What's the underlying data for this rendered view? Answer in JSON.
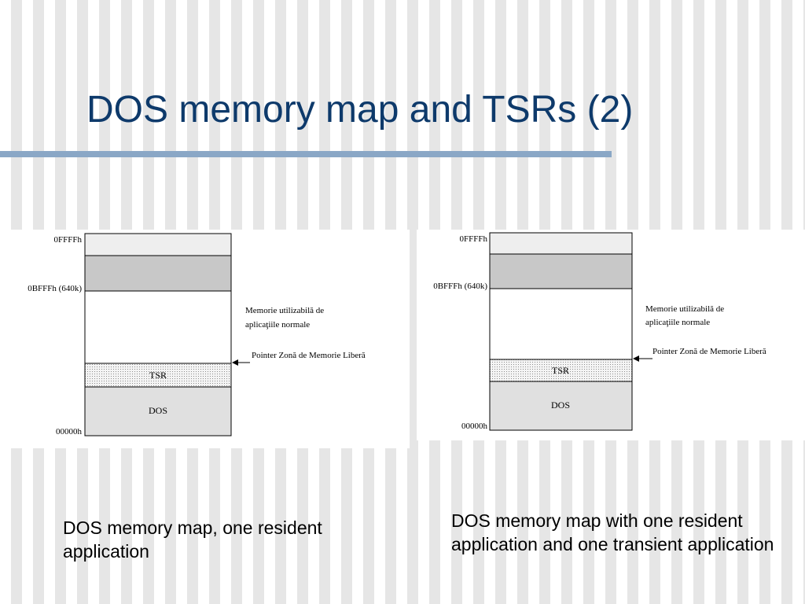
{
  "slide": {
    "title": "DOS memory map and TSRs (2)",
    "caption_left": "DOS memory map, one resident application",
    "caption_right": "DOS memory map with one resident application and one transient application"
  },
  "diagram_left": {
    "addr_top": "0FFFFh",
    "addr_640k": "0BFFFh (640k)",
    "addr_bottom": "00000h",
    "seg_tsr": "TSR",
    "seg_dos": "DOS",
    "note_line1": "Memorie utilizabilă de",
    "note_line2": "aplicaţiile normale",
    "pointer_label": "Pointer Zonă de Memorie Liberă"
  },
  "diagram_right": {
    "addr_top": "0FFFFh",
    "addr_640k": "0BFFFh (640k)",
    "addr_bottom": "00000h",
    "seg_tsr": "TSR",
    "seg_dos": "DOS",
    "note_line1": "Memorie utilizabilă de",
    "note_line2": "aplicaţiile normale",
    "pointer_label": "Pointer Zonă de Memorie Liberă"
  },
  "colors": {
    "title": "#0e3a6b",
    "rule": "#8aa7c6",
    "top_segment": "#eeeeee",
    "reserved_segment": "#c8c8c8",
    "dos_segment": "#e0e0e0"
  }
}
